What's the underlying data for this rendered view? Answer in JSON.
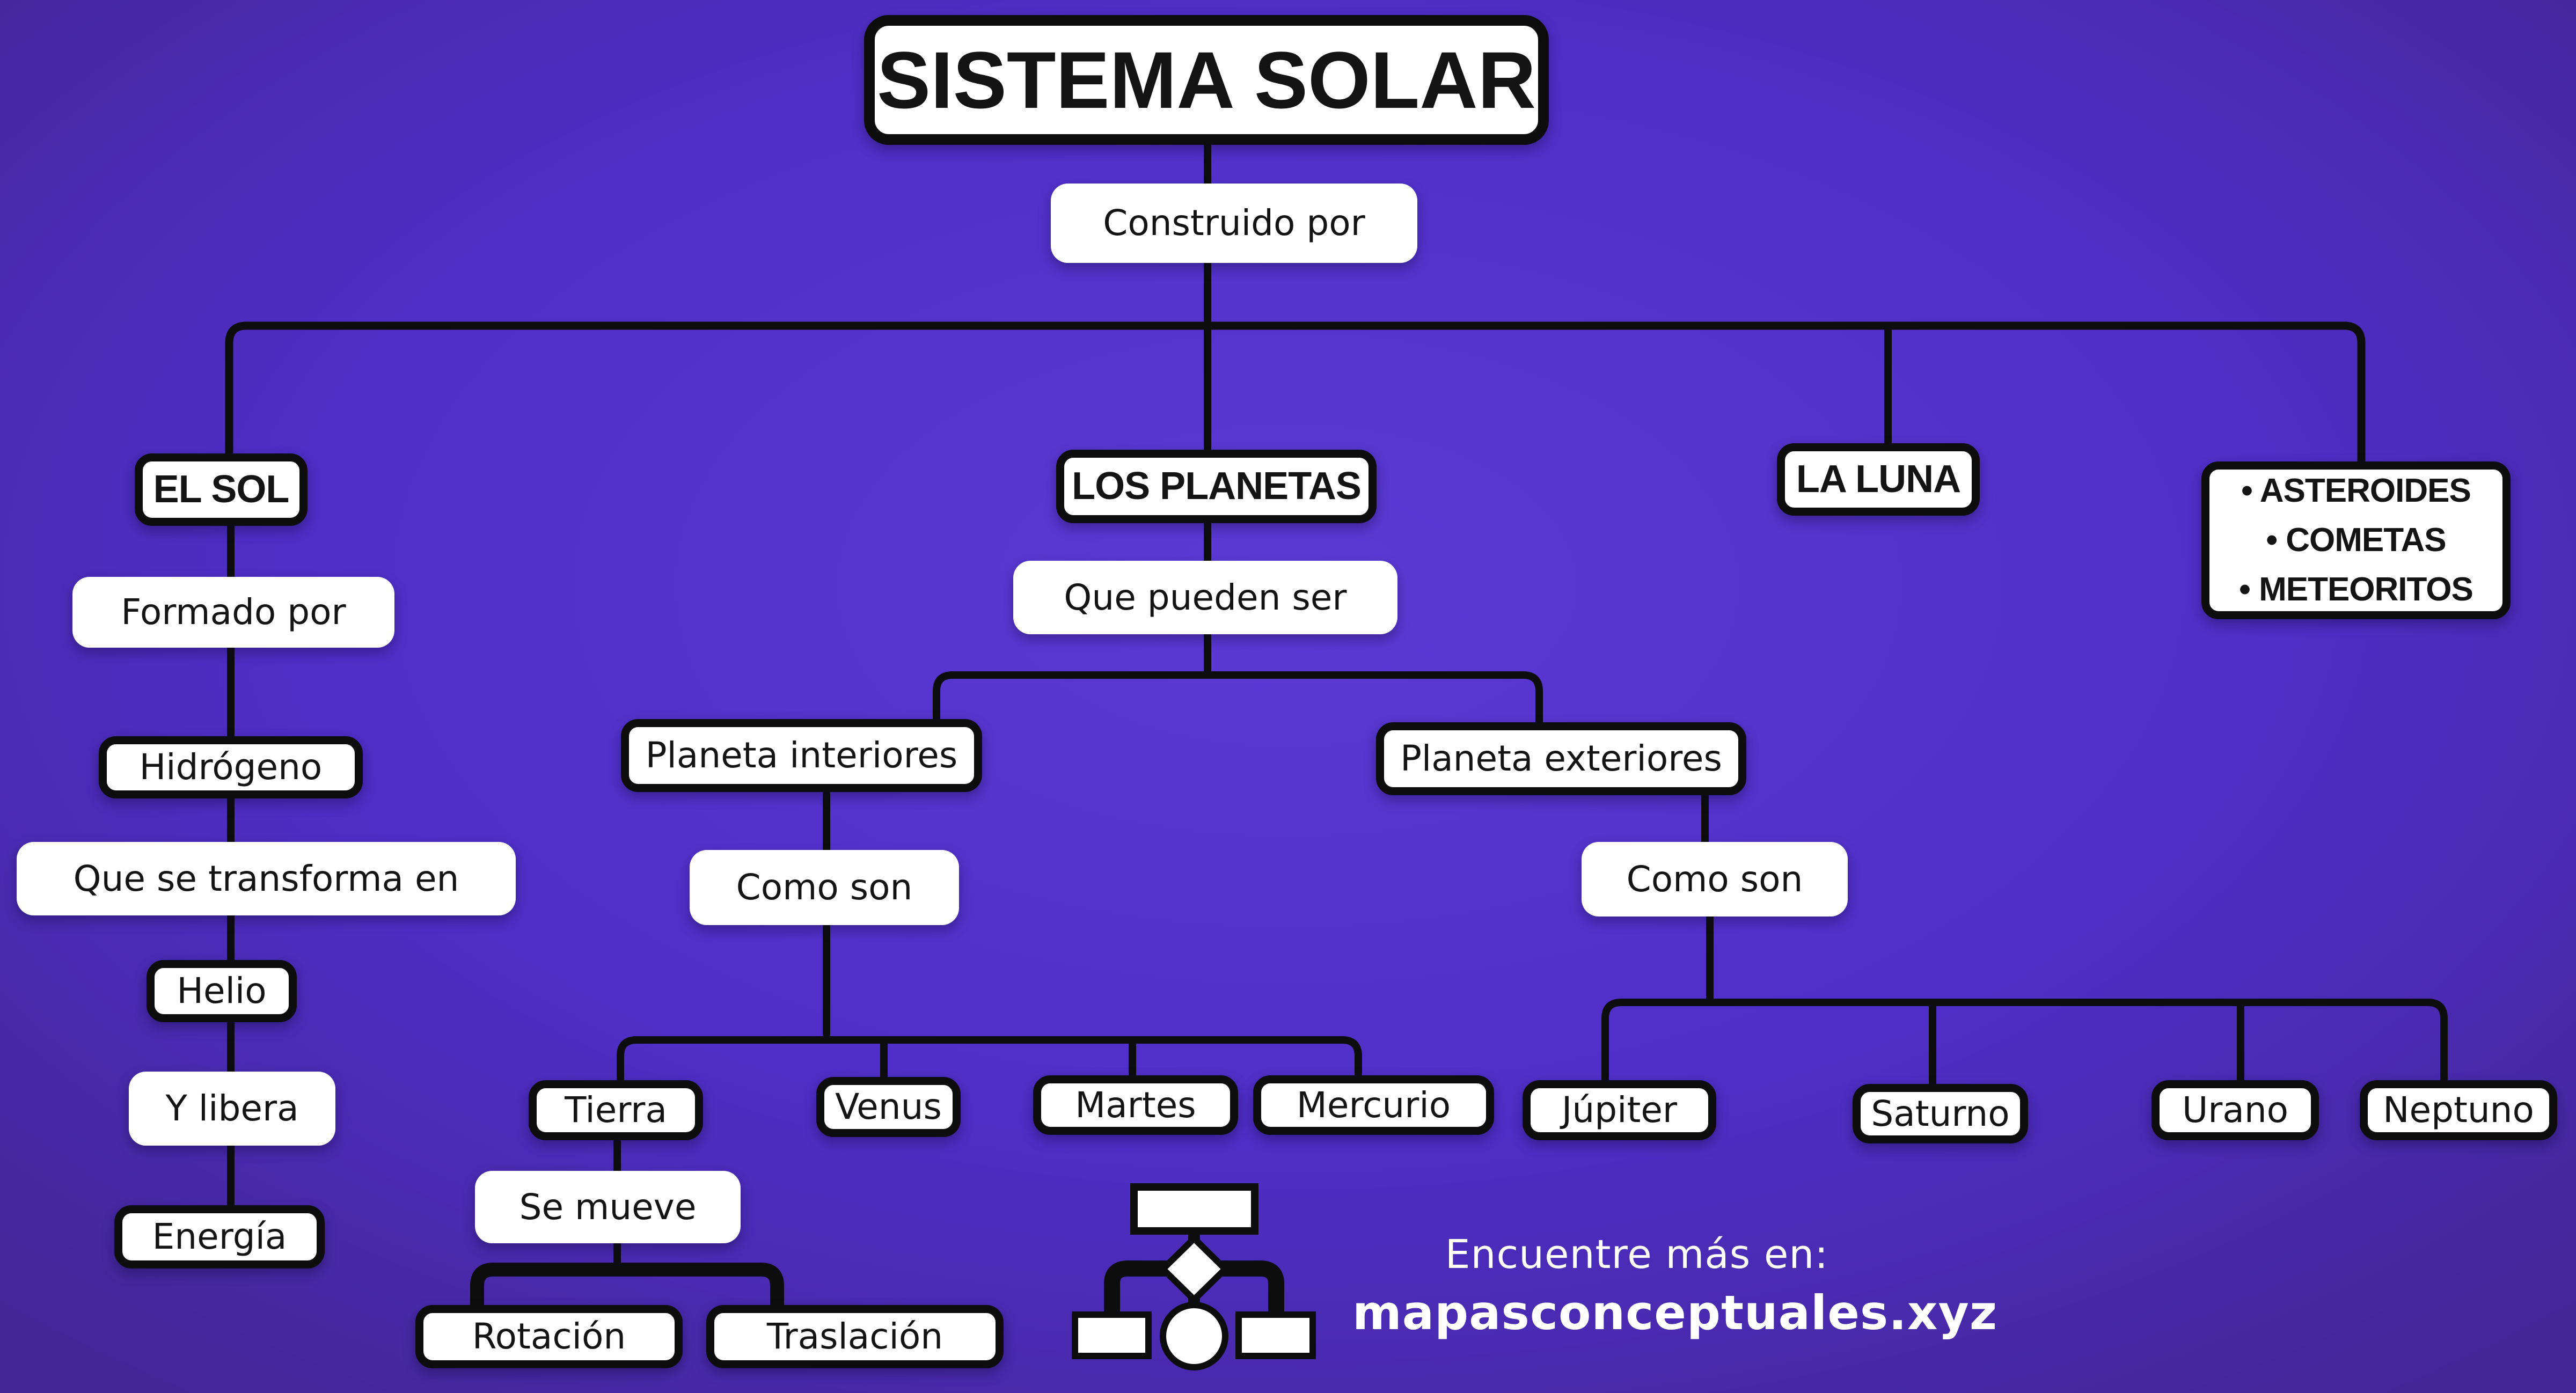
{
  "title": "SISTEMA SOLAR",
  "nodes": {
    "construido_por": "Construido por",
    "el_sol": "EL SOL",
    "los_planetas": "LOS PLANETAS",
    "la_luna": "LA LUNA",
    "formado_por": "Formado por",
    "hidrogeno": "Hidrógeno",
    "que_se_transforma_en": "Que se transforma en",
    "helio": "Helio",
    "y_libera": "Y libera",
    "energia": "Energía",
    "que_pueden_ser": "Que pueden ser",
    "planeta_interiores": "Planeta interiores",
    "planeta_exteriores": "Planeta exteriores",
    "como_son_interiores": "Como son",
    "como_son_exteriores": "Como son",
    "tierra": "Tierra",
    "venus": "Venus",
    "martes": "Martes",
    "mercurio": "Mercurio",
    "jupiter": "Júpiter",
    "saturno": "Saturno",
    "urano": "Urano",
    "neptuno": "Neptuno",
    "se_mueve": "Se mueve",
    "rotacion": "Rotación",
    "traslacion": "Traslación"
  },
  "asteroides_box": {
    "items": [
      "• ASTEROIDES",
      "• COMETAS",
      "• METEORITOS"
    ]
  },
  "footer": {
    "prompt": "Encuentre más en:",
    "website": "mapasconceptuales.xyz"
  },
  "colors": {
    "background": "#4E2EC6",
    "line": "#0D0D0D",
    "node_fill": "#FFFFFF",
    "node_text": "#141414",
    "footer_text": "#FFFFFF"
  }
}
